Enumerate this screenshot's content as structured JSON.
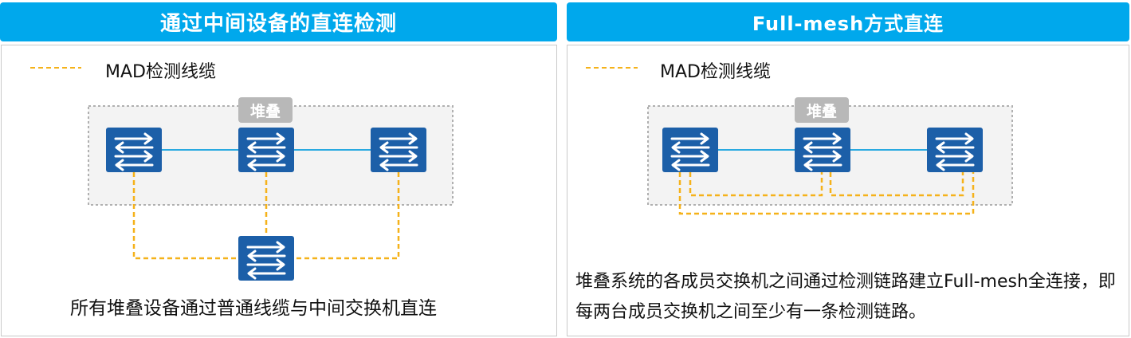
{
  "left_panel": {
    "title": "通过中间设备的直连检测",
    "legend_label": "MAD检测线缆",
    "stack_label": "堆叠",
    "caption": "所有堆叠设备通过普通线缆与中间交换机直连"
  },
  "right_panel": {
    "title": "Full-mesh方式直连",
    "legend_label": "MAD检测线缆",
    "stack_label": "堆叠",
    "caption": "堆叠系统的各成员交换机之间通过检测链路建立Full-mesh全连接，即每两台成员交换机之间至少有一条检测链路。"
  },
  "colors": {
    "header_bg": "#00a8ec",
    "switch_blue": "#1c5fa8",
    "stack_link": "#29a9e0",
    "mad_cable": "#f5b21a",
    "stack_chip": "#b8b8b8"
  },
  "icons": {
    "switch": "switch-icon"
  }
}
